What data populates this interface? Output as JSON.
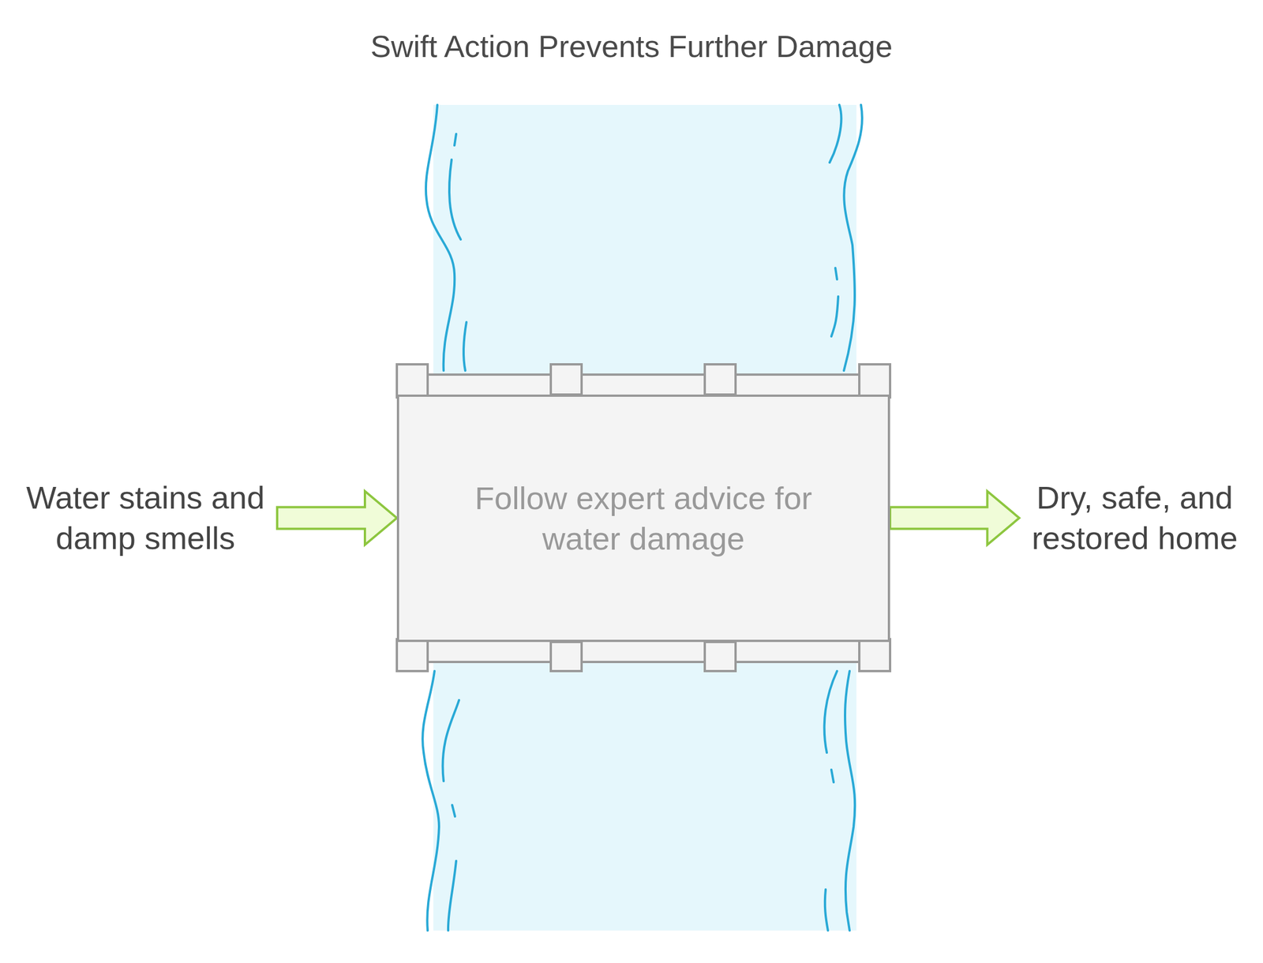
{
  "diagram": {
    "title": "Swift Action Prevents Further Damage",
    "nodes": [
      {
        "text": [
          "Water stains and damp smells"
        ]
      },
      {
        "text": [
          "Follow expert advice for water damage"
        ]
      },
      {
        "text": [
          "Dry, safe, and restored home"
        ]
      }
    ],
    "edges": [
      {
        "from": 0,
        "to": 1,
        "arrow": "to"
      },
      {
        "from": 1,
        "to": 2,
        "arrow": "to"
      }
    ]
  }
}
